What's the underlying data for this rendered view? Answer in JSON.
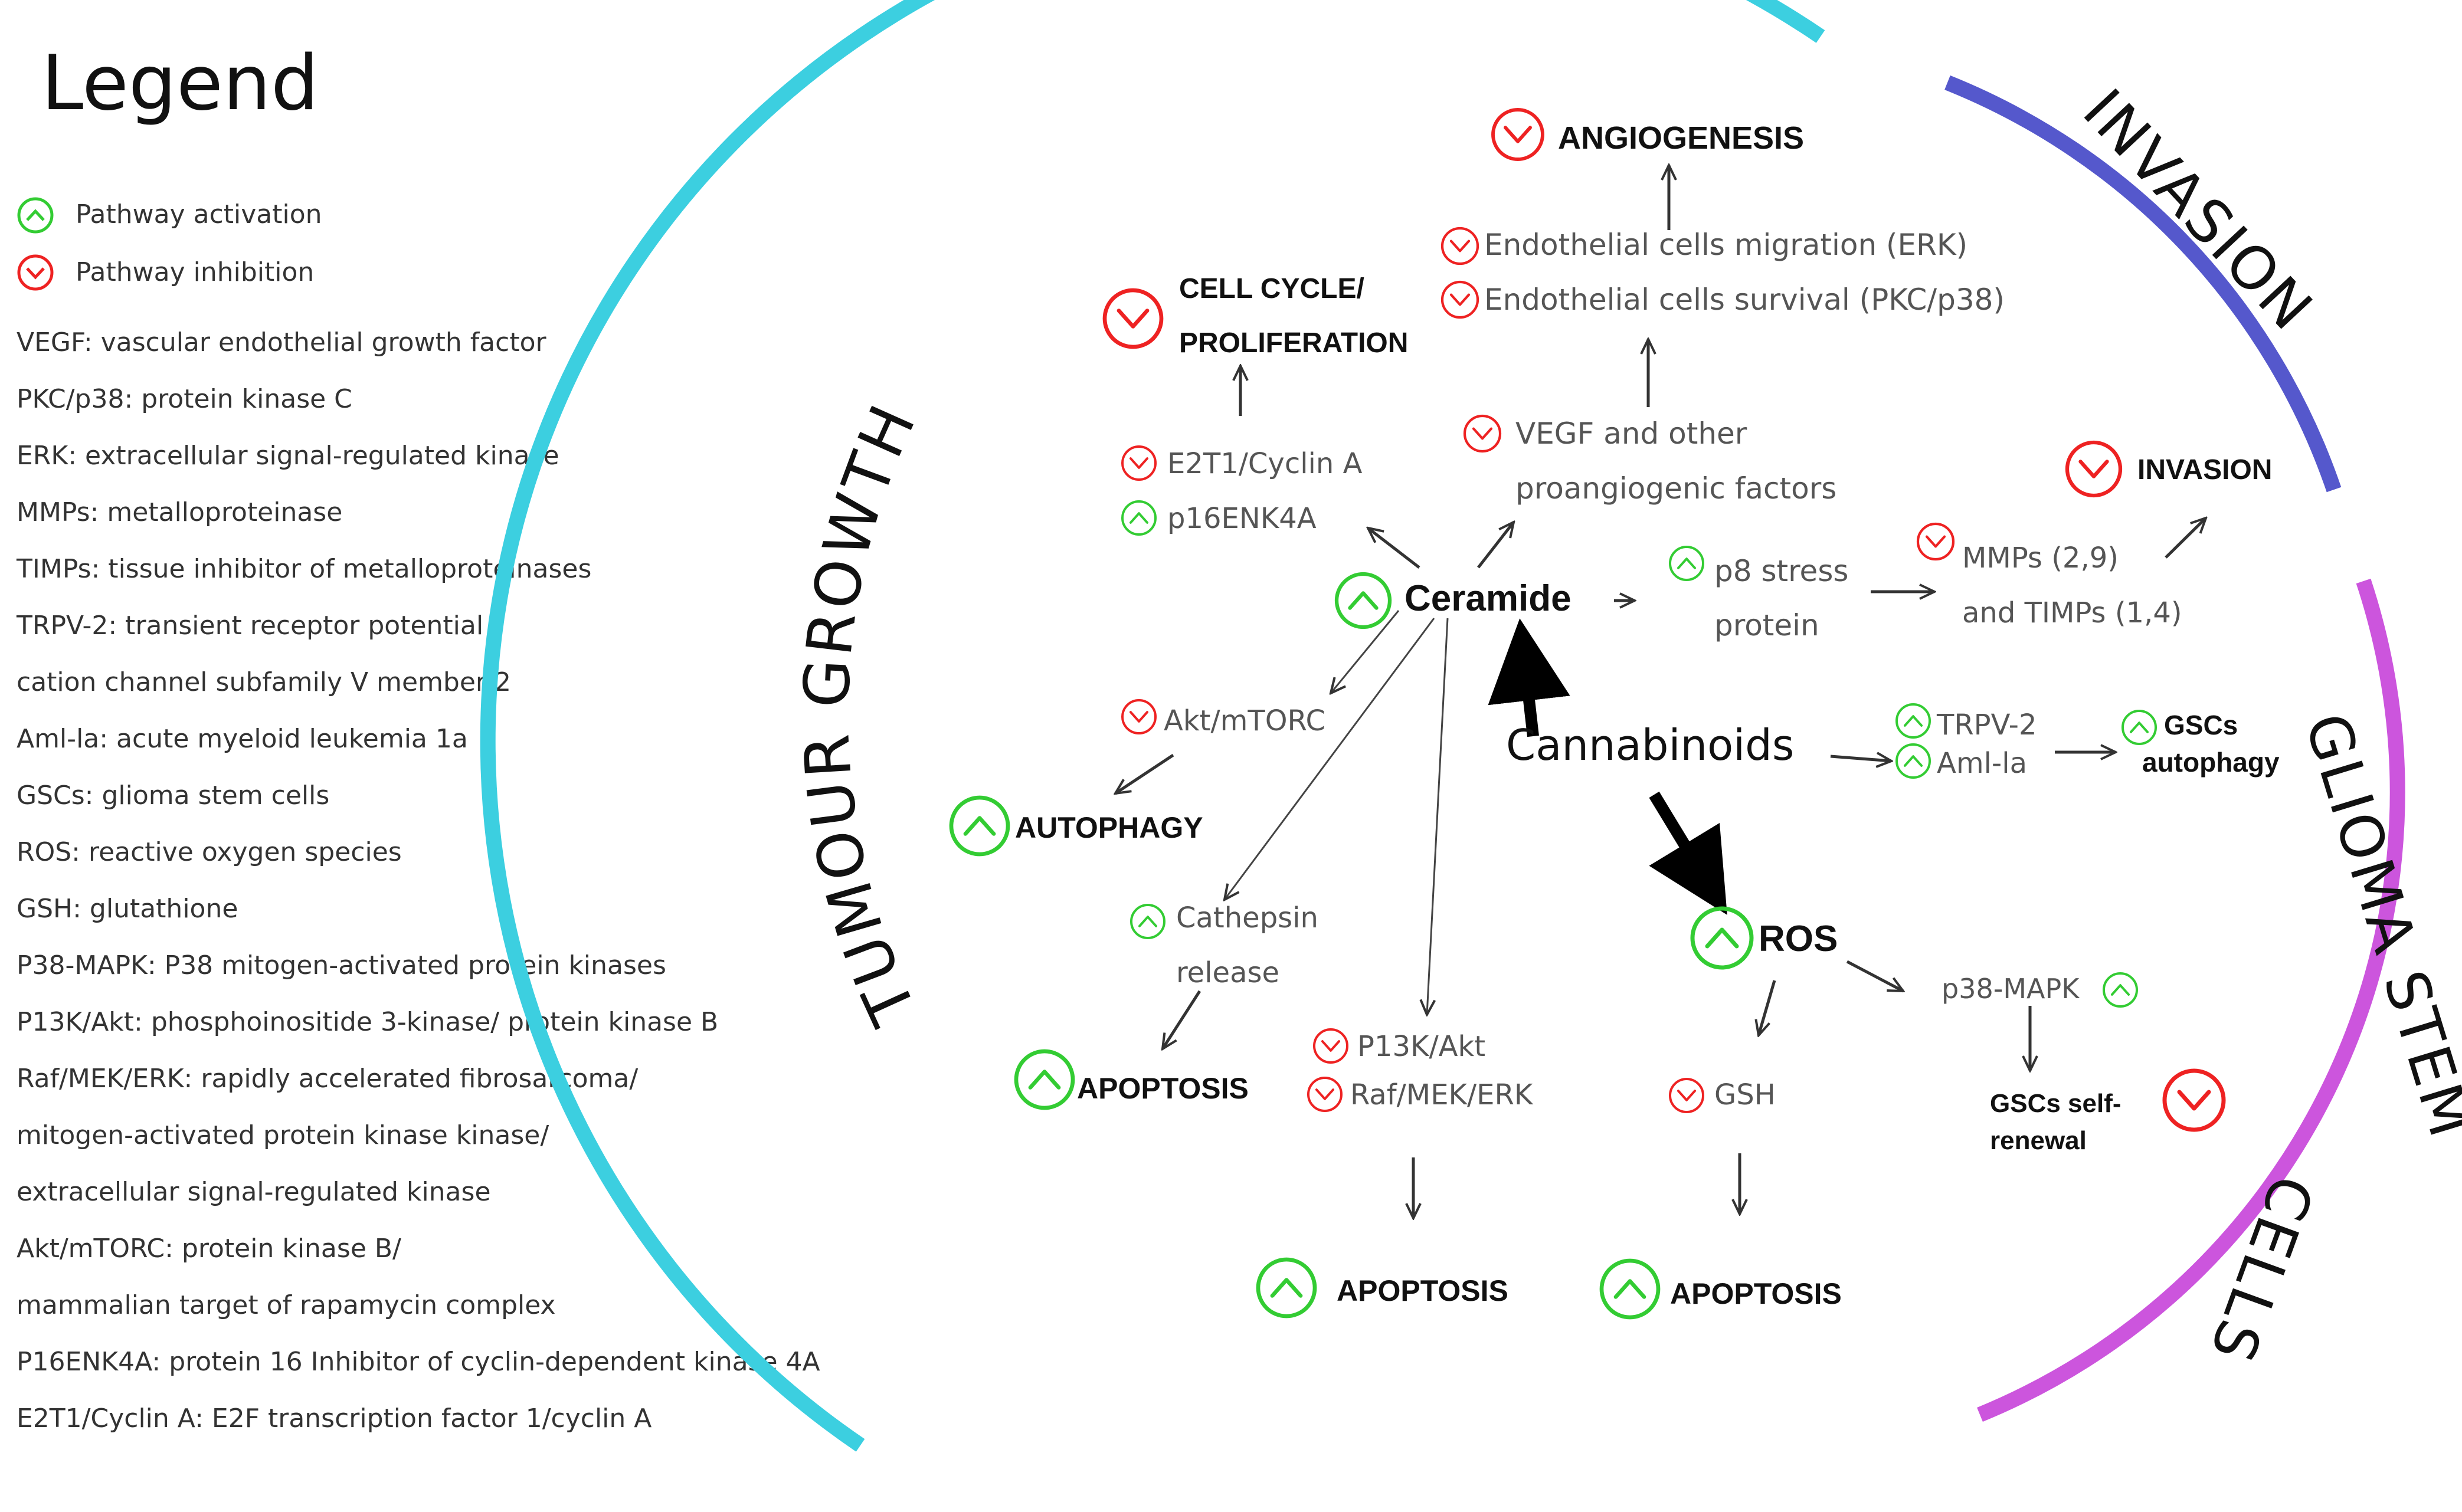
{
  "colors": {
    "activation": "#33cc33",
    "inhibition": "#ee2222",
    "tumour_arc": "#3ccfe0",
    "invasion_arc": "#5558cc",
    "glioma_arc": "#cc55dd"
  },
  "legend": {
    "title": "Legend",
    "activation_label": "Pathway activation",
    "inhibition_label": "Pathway inhibition",
    "entries": [
      "VEGF: vascular endothelial growth factor",
      "PKC/p38: protein kinase C",
      "ERK: extracellular signal-regulated kinase",
      "MMPs: metalloproteinase",
      "TIMPs: tissue inhibitor of metalloproteinases",
      "TRPV-2: transient receptor potential",
      "cation channel subfamily V member 2",
      "Aml-la: acute myeloid leukemia 1a",
      "GSCs: glioma stem cells",
      "ROS: reactive oxygen species",
      "GSH: glutathione",
      "P38-MAPK: P38 mitogen-activated protein kinases",
      "P13K/Akt: phosphoinositide 3-kinase/ protein kinase B",
      "Raf/MEK/ERK: rapidly accelerated fibrosarcoma/",
      "mitogen-activated protein kinase kinase/",
      "extracellular signal-regulated kinase",
      "Akt/mTORC: protein kinase B/",
      "mammalian target of rapamycin complex",
      "P16ENK4A: protein 16 Inhibitor of cyclin-dependent kinase 4A",
      "E2T1/Cyclin A: E2F transcription factor 1/cyclin A"
    ]
  },
  "arcs": {
    "tumour": "TUMOUR GROWTH",
    "invasion": "INVASION",
    "glioma_line1": "GLIOMA STEM",
    "glioma_line2": "CELLS"
  },
  "nodes": {
    "ceramide": "Ceramide",
    "cannabinoids": "Cannabinoids",
    "ros": "ROS",
    "angiogenesis": "ANGIOGENESIS",
    "endo_migration": "Endothelial cells migration (ERK)",
    "endo_survival": "Endothelial cells survival (PKC/p38)",
    "cell_cycle_1": "CELL CYCLE/",
    "cell_cycle_2": "PROLIFERATION",
    "e2t1": "E2T1/Cyclin A",
    "p16": "p16ENK4A",
    "vegf_1": "VEGF and other",
    "vegf_2": "proangiogenic factors",
    "invasion": "INVASION",
    "p8_1": "p8 stress",
    "p8_2": "protein",
    "mmps_1": "MMPs (2,9)",
    "mmps_2": "and TIMPs (1,4)",
    "akt_mtorc": "Akt/mTORC",
    "autophagy": "AUTOPHAGY",
    "trpv2": "TRPV-2",
    "aml": "Aml-la",
    "gscs_autophagy_1": "GSCs",
    "gscs_autophagy_2": "autophagy",
    "cathepsin_1": "Cathepsin",
    "cathepsin_2": "release",
    "apoptosis_left": "APOPTOSIS",
    "p13k": "P13K/Akt",
    "raf": "Raf/MEK/ERK",
    "apoptosis_mid": "APOPTOSIS",
    "gsh": "GSH",
    "apoptosis_right": "APOPTOSIS",
    "p38_mapk": "p38-MAPK",
    "gscs_self_1": "GSCs self-",
    "gscs_self_2": "renewal"
  }
}
